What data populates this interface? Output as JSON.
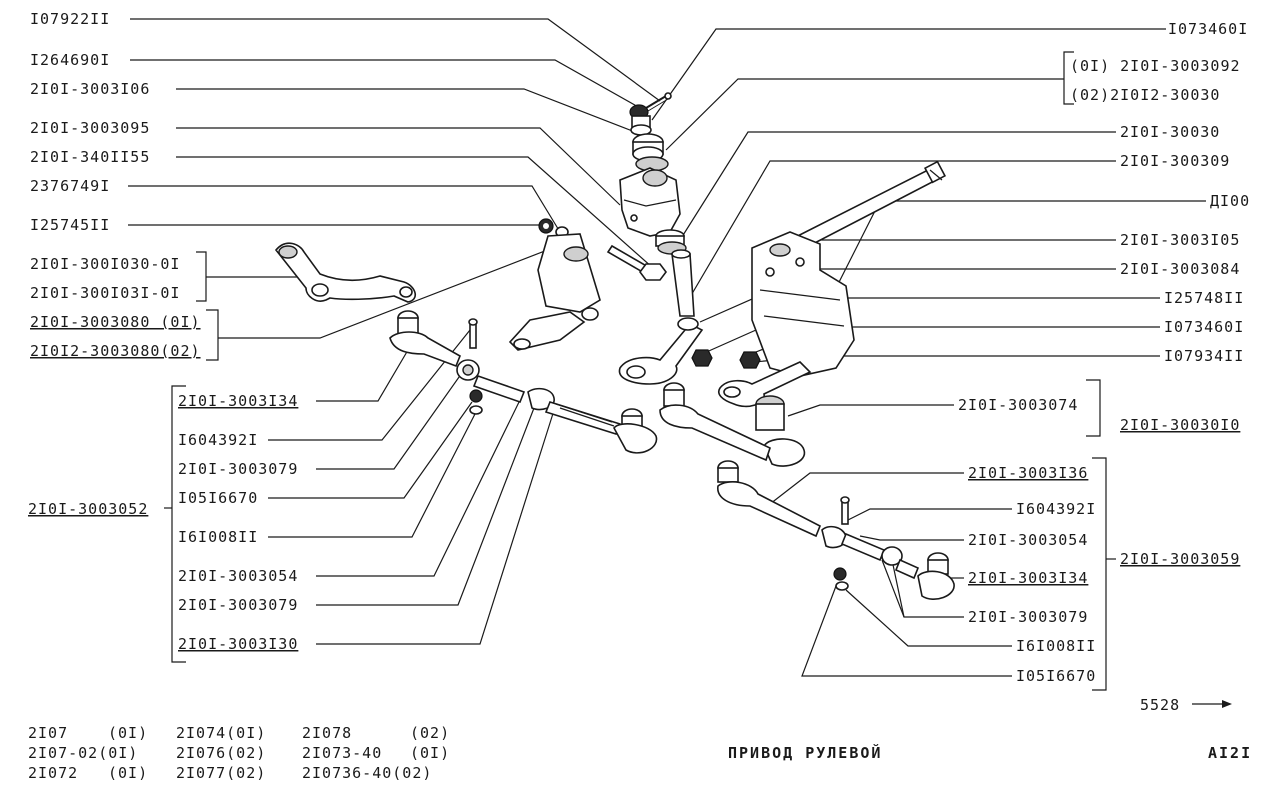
{
  "labels": {
    "l_107922": "I07922II",
    "l_126469": "I264690I",
    "l_3106": "2I0I-3003I06",
    "l_3095": "2I0I-3003095",
    "l_3401155": "2I0I-340II55",
    "l_2376749": "2376749I",
    "l_125745": "I25745II",
    "l_1030": "2I0I-300I030-0I",
    "l_1031": "2I0I-300I03I-0I",
    "l_3080a": "2I0I-3003080 (0I)",
    "l_3080b": "2I0I2-3003080(02)",
    "l_3134a": "2I0I-3003I34",
    "l_1604392a": "I604392I",
    "l_3079a": "2I0I-3003079",
    "l_1051667a": "I05I6670",
    "l_1610081a": "I6I008II",
    "l_3054a": "2I0I-3003054",
    "l_3079b": "2I0I-3003079",
    "l_3130": "2I0I-3003I30",
    "l_3052": "2I0I-3003052",
    "r_107346a": "I073460I",
    "r_3092a": "(0I) 2I0I-3003092",
    "r_3092b": "(02)2I0I2-30030",
    "r_3030": "2I0I-30030",
    "r_3098": "2I0I-300309",
    "r_d100": "ДI00",
    "r_3105": "2I0I-3003I05",
    "r_3084": "2I0I-3003084",
    "r_125748": "I25748II",
    "r_107346b": "I073460I",
    "r_107934": "I07934II",
    "r_3074": "2I0I-3003074",
    "r_3010": "2I0I-30030I0",
    "r_3136": "2I0I-3003I36",
    "r_1604392b": "I604392I",
    "r_3054b": "2I0I-3003054",
    "r_3134b": "2I0I-3003I34",
    "r_3059": "2I0I-3003059",
    "r_3079c": "2I0I-3003079",
    "r_1610081b": "I6I008II",
    "r_1051667b": "I05I6670",
    "fig_no": "5528"
  },
  "models": {
    "c1r1": "2I07",
    "c1r1b": "(0I)",
    "c1r2": "2I07-02(0I)",
    "c1r3": "2I072",
    "c1r3b": "(0I)",
    "c2r1": "2I074(0I)",
    "c2r2": "2I076(02)",
    "c2r3": "2I077(02)",
    "c3r1": "2I078",
    "c3r1b": "(02)",
    "c3r2": "2I073-40",
    "c3r2b": "(0I)",
    "c3r3": "2I0736-40(02)"
  },
  "footer": {
    "title": "ПРИВОД  РУЛЕВОЙ",
    "page_code": "AI2I"
  }
}
